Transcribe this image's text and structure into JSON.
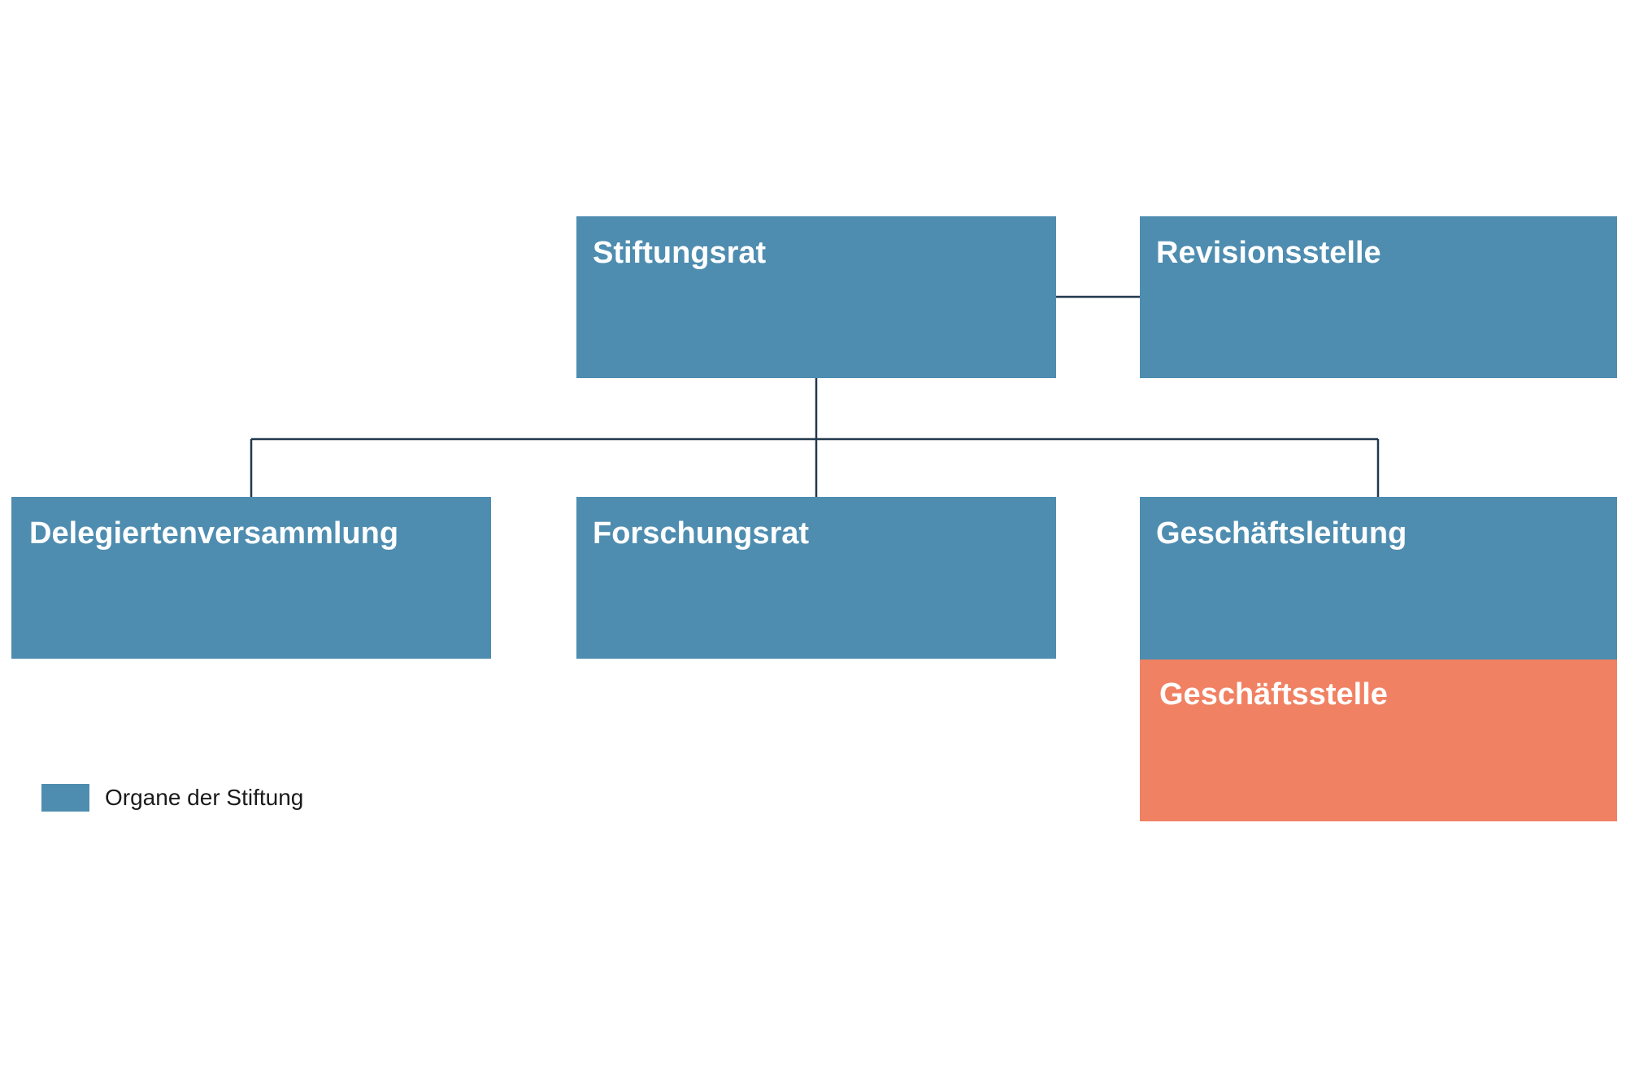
{
  "colors": {
    "organ": "#4e8db0",
    "office": "#f18163",
    "connector": "#22384d",
    "background": "#ffffff"
  },
  "nodes": {
    "stiftungsrat": "Stiftungsrat",
    "revisionsstelle": "Revisionsstelle",
    "delegiertenversammlung": "Delegiertenversammlung",
    "forschungsrat": "Forschungsrat",
    "geschaeftsleitung": "Geschäftsleitung",
    "geschaeftsstelle": "Geschäftsstelle"
  },
  "edges": [
    [
      "stiftungsrat",
      "revisionsstelle"
    ],
    [
      "stiftungsrat",
      "delegiertenversammlung"
    ],
    [
      "stiftungsrat",
      "forschungsrat"
    ],
    [
      "stiftungsrat",
      "geschaeftsleitung"
    ]
  ],
  "legend": {
    "label": "Organe der Stiftung"
  }
}
